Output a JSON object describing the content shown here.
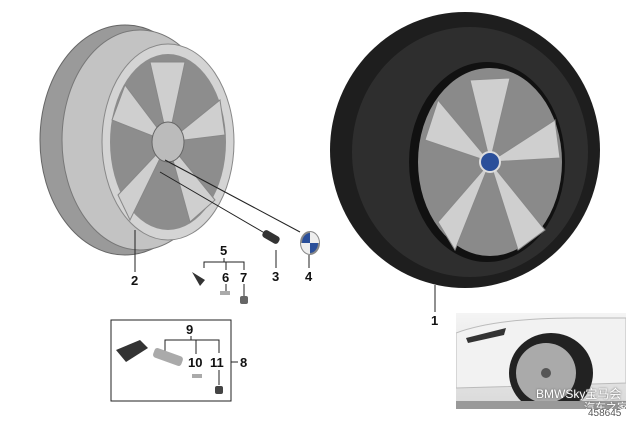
{
  "diagram": {
    "callouts": [
      "1",
      "2",
      "3",
      "4",
      "5",
      "6",
      "7",
      "8",
      "9",
      "10",
      "11"
    ],
    "watermark": "BMWSky宝马会",
    "watermark2": "汽车之家",
    "part_number": "458645"
  },
  "colors": {
    "tire": "#1e1e1e",
    "rim": "#b9b9b9",
    "rim_dark": "#7d7d7d",
    "box": "#333333"
  }
}
